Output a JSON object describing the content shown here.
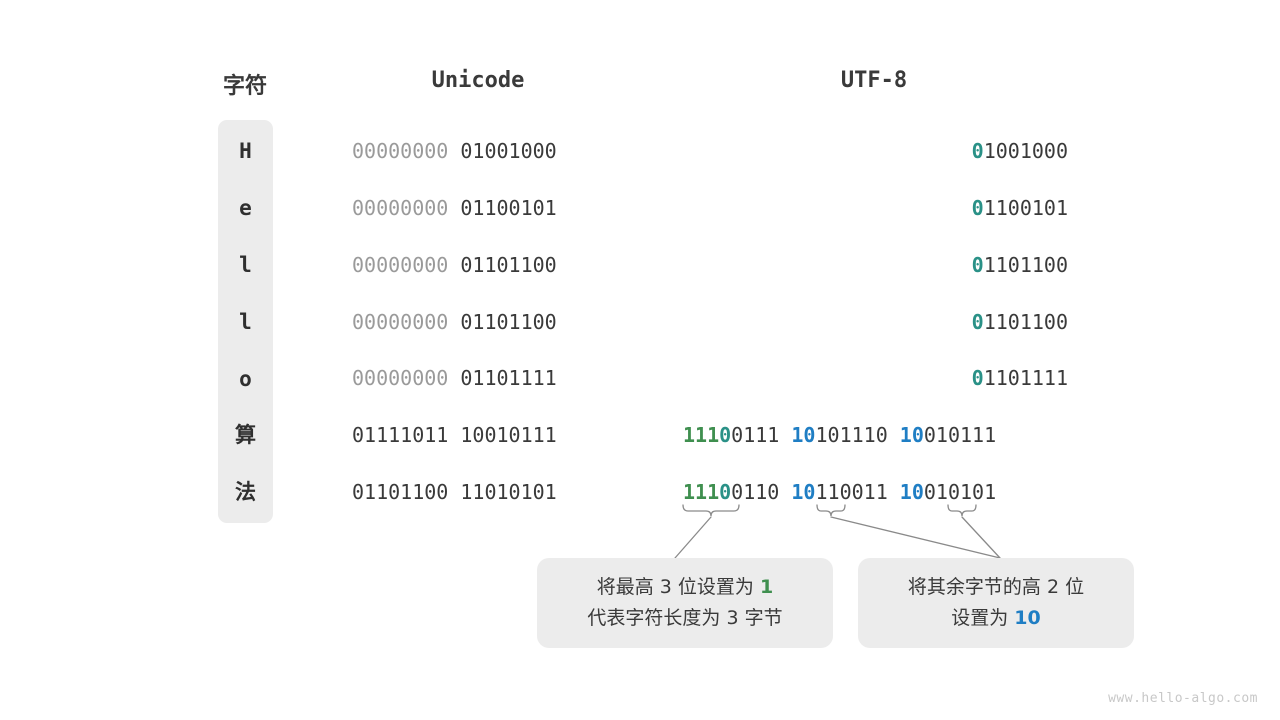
{
  "headers": {
    "character": "字符",
    "unicode": "Unicode",
    "utf8": "UTF-8"
  },
  "colors": {
    "green": "#3f8f4f",
    "teal": "#2a9187",
    "blue": "#1f7ec4",
    "dark": "#3a3a3a",
    "dim": "#9a9a9a",
    "panel": "#ececec",
    "watermark": "#c8c8c8"
  },
  "rows": [
    {
      "char": "H",
      "cjk": false,
      "unicode": {
        "high": "00000000",
        "low": "01001000"
      },
      "utf8": {
        "lead_flag": "0",
        "lead_rest": "1001000"
      }
    },
    {
      "char": "e",
      "cjk": false,
      "unicode": {
        "high": "00000000",
        "low": "01100101"
      },
      "utf8": {
        "lead_flag": "0",
        "lead_rest": "1100101"
      }
    },
    {
      "char": "l",
      "cjk": false,
      "unicode": {
        "high": "00000000",
        "low": "01101100"
      },
      "utf8": {
        "lead_flag": "0",
        "lead_rest": "1101100"
      }
    },
    {
      "char": "l",
      "cjk": false,
      "unicode": {
        "high": "00000000",
        "low": "01101100"
      },
      "utf8": {
        "lead_flag": "0",
        "lead_rest": "1101100"
      }
    },
    {
      "char": "o",
      "cjk": false,
      "unicode": {
        "high": "00000000",
        "low": "01101111"
      },
      "utf8": {
        "lead_flag": "0",
        "lead_rest": "1101111"
      }
    },
    {
      "char": "算",
      "cjk": true,
      "unicode": {
        "high": "01111011",
        "low": "10010111"
      },
      "utf8": {
        "b1_ones": "111",
        "b1_zero": "0",
        "b1_rest": "0111",
        "b2_mark": "10",
        "b2_rest": "101110",
        "b3_mark": "10",
        "b3_rest": "010111"
      }
    },
    {
      "char": "法",
      "cjk": true,
      "unicode": {
        "high": "01101100",
        "low": "11010101"
      },
      "utf8": {
        "b1_ones": "111",
        "b1_zero": "0",
        "b1_rest": "0110",
        "b2_mark": "10",
        "b2_rest": "110011",
        "b3_mark": "10",
        "b3_rest": "010101"
      }
    }
  ],
  "callouts": [
    {
      "line1_a": "将最高 3 位设置为 ",
      "line1_hl": "1",
      "line2": "代表字符长度为 3 字节"
    },
    {
      "line1": "将其余字节的高 2 位",
      "line2_a": "设置为 ",
      "line2_hl": "10"
    }
  ],
  "watermark": "www.hello-algo.com"
}
